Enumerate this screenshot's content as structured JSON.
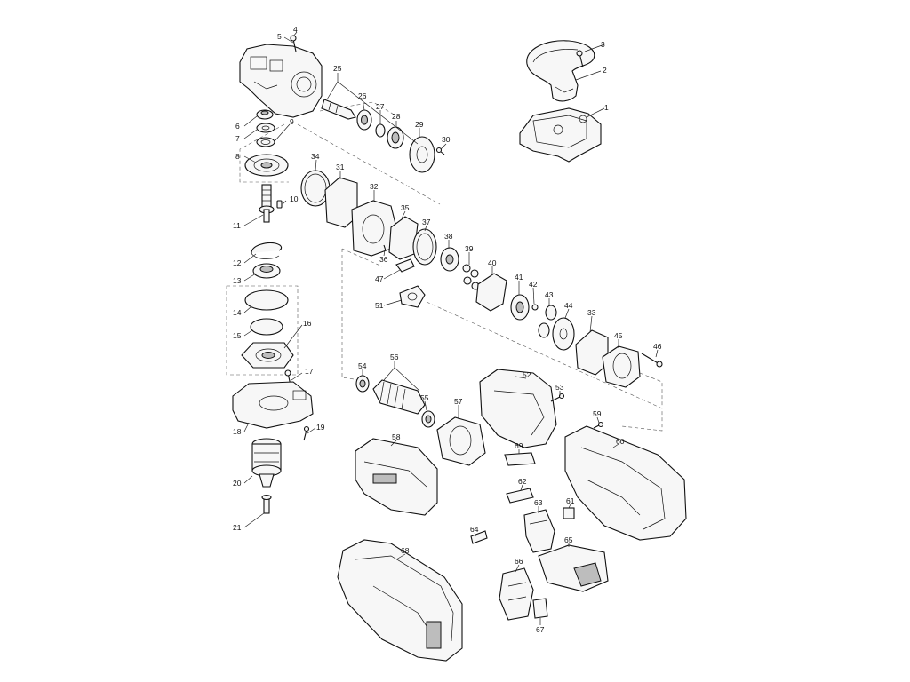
{
  "labels": {
    "p1": "1",
    "p2": "2",
    "p3": "3",
    "p4": "4",
    "p5": "5",
    "p6": "6",
    "p7": "7",
    "p8": "8",
    "p9": "9",
    "p10": "10",
    "p11": "11",
    "p12": "12",
    "p13": "13",
    "p14": "14",
    "p15": "15",
    "p16": "16",
    "p17": "17",
    "p18": "18",
    "p19": "19",
    "p20": "20",
    "p21": "21",
    "p25": "25",
    "p26": "26",
    "p27": "27",
    "p28": "28",
    "p29": "29",
    "p30": "30",
    "p31": "31",
    "p32": "32",
    "p33": "33",
    "p34": "34",
    "p35": "35",
    "p36": "36",
    "p37": "37",
    "p38": "38",
    "p39": "39",
    "p40": "40",
    "p41": "41",
    "p42": "42",
    "p43": "43",
    "p44": "44",
    "p45": "45",
    "p46": "46",
    "p47": "47",
    "p51": "51",
    "p52": "52",
    "p53": "53",
    "p54": "54",
    "p55": "55",
    "p56": "56",
    "p57": "57",
    "p58": "58",
    "p59": "59",
    "p60": "60",
    "p61": "61",
    "p62": "62",
    "p63": "63",
    "p64": "64",
    "p65": "65",
    "p66": "66",
    "p67": "67",
    "p68": "68",
    "p69": "69"
  }
}
